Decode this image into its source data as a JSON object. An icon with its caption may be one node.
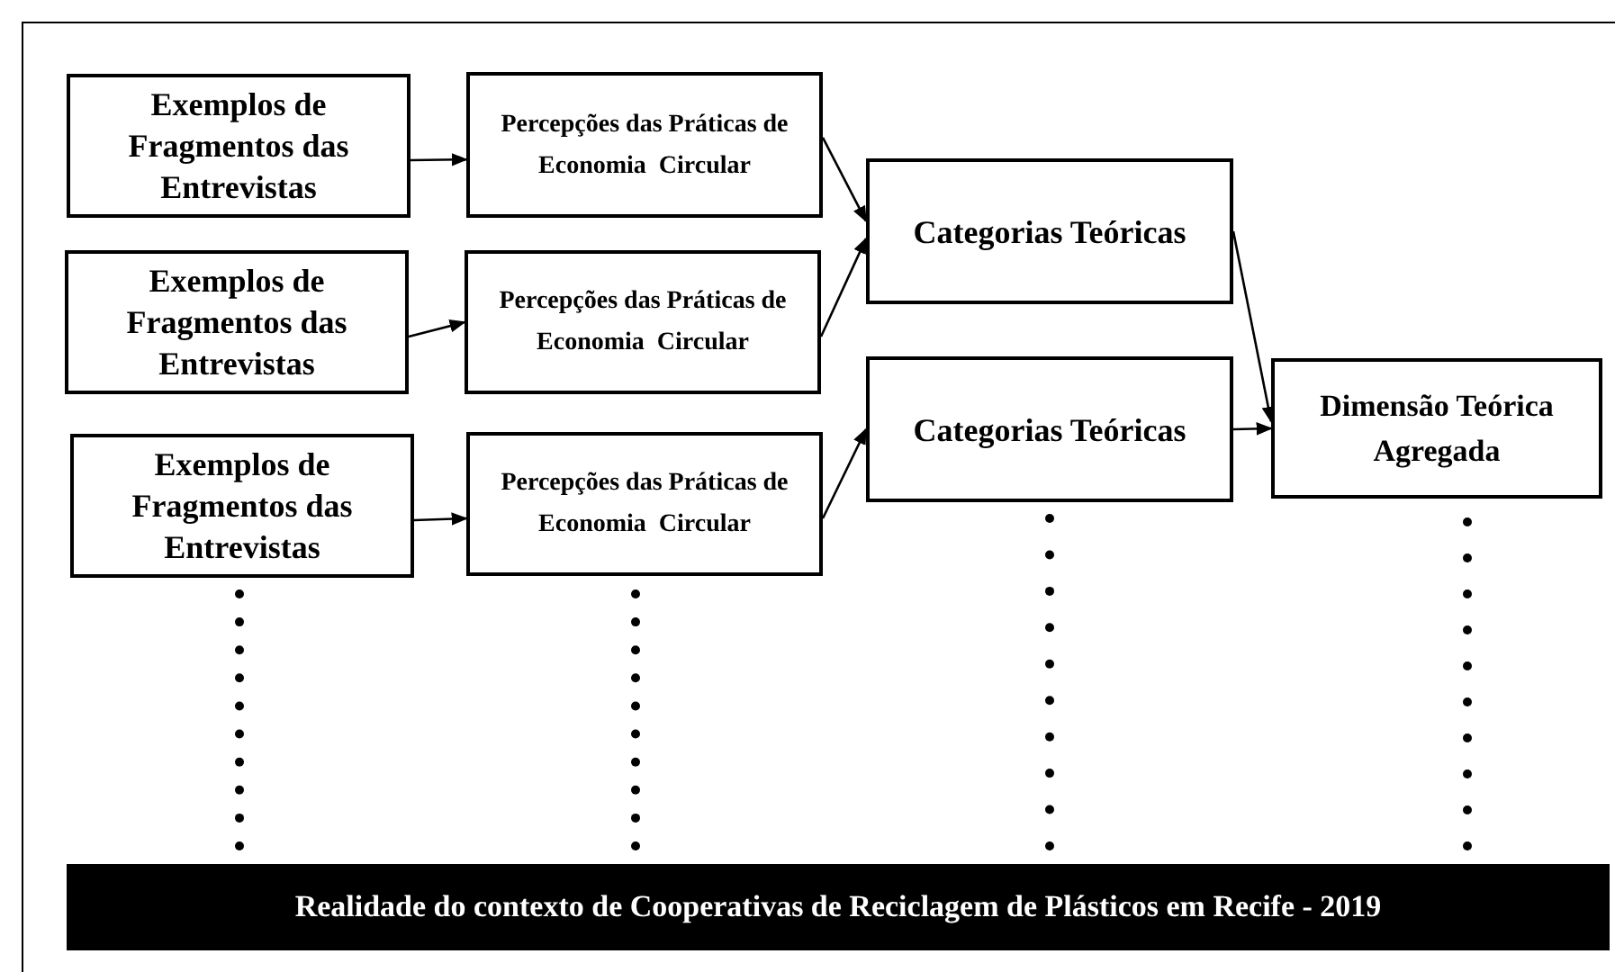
{
  "diagram": {
    "nodes": [
      {
        "text": [
          "Exemplos de Fragmentos das Entrevistas"
        ]
      },
      {
        "text": [
          "Exemplos de Fragmentos das Entrevistas"
        ]
      },
      {
        "text": [
          "Exemplos de Fragmentos das Entrevistas"
        ]
      },
      {
        "text": [
          "Percepções das Práticas de Economia  Circular"
        ]
      },
      {
        "text": [
          "Percepções das Práticas de Economia  Circular"
        ]
      },
      {
        "text": [
          "Percepções das Práticas de Economia  Circular"
        ]
      },
      {
        "text": [
          "Categorias Teóricas"
        ]
      },
      {
        "text": [
          "Categorias Teóricas"
        ]
      },
      {
        "text": [
          "Dimensão Teórica Agregada"
        ]
      },
      {
        "text": [
          "Realidade do contexto de Cooperativas de Reciclagem de Plásticos em Recife - 2019"
        ]
      }
    ],
    "edges": [
      {
        "from": 0,
        "to": 3,
        "arrow": "to"
      },
      {
        "from": 1,
        "to": 4,
        "arrow": "to"
      },
      {
        "from": 2,
        "to": 5,
        "arrow": "to"
      },
      {
        "from": 3,
        "to": 6,
        "arrow": "to"
      },
      {
        "from": 4,
        "to": 6,
        "arrow": "to"
      },
      {
        "from": 5,
        "to": 7,
        "arrow": "to"
      },
      {
        "from": 6,
        "to": 8,
        "arrow": "to"
      },
      {
        "from": 7,
        "to": 8,
        "arrow": "to"
      }
    ]
  }
}
